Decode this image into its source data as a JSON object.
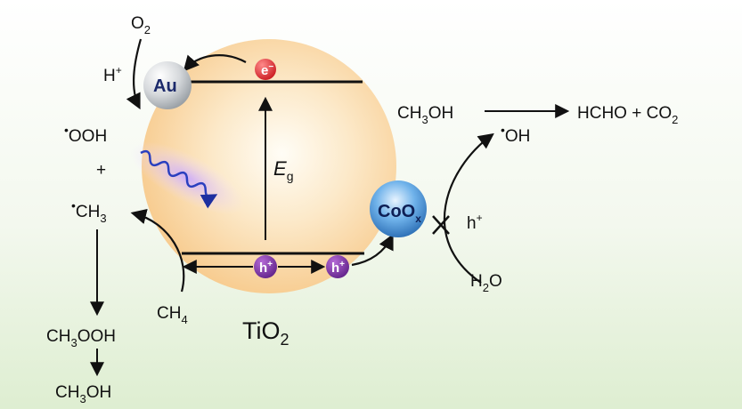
{
  "particle": {
    "label_main": "TiO",
    "label_sub": "2"
  },
  "band": {
    "gap_symbol": "E",
    "gap_sub": "g"
  },
  "charges": {
    "electron": "e",
    "electron_sup": "−",
    "hole": "h",
    "hole_sup": "+"
  },
  "cocatalysts": {
    "au": "Au",
    "coox_main": "CoO",
    "coox_sub": "x"
  },
  "reduction": {
    "o2_main": "O",
    "o2_sub": "2",
    "h_plus_main": "H",
    "h_plus_sup": "+",
    "ooh_dot": "•",
    "ooh": "OOH",
    "plus": "+",
    "ch3_dot": "•",
    "ch3_main": "CH",
    "ch3_sub": "3",
    "ch4_main": "CH",
    "ch4_sub": "4",
    "ch3ooh_a": "CH",
    "ch3ooh_sub": "3",
    "ch3ooh_b": "OOH",
    "ch3oh_a": "CH",
    "ch3oh_sub": "3",
    "ch3oh_b": "OH"
  },
  "oxidation": {
    "ch3oh_a": "CH",
    "ch3oh_sub": "3",
    "ch3oh_b": "OH",
    "products": "HCHO + CO",
    "products_sub": "2",
    "oh_dot": "•",
    "oh": "OH",
    "h_plus_main": "h",
    "h_plus_sup": "+",
    "h2o_a": "H",
    "h2o_sub": "2",
    "h2o_b": "O"
  }
}
